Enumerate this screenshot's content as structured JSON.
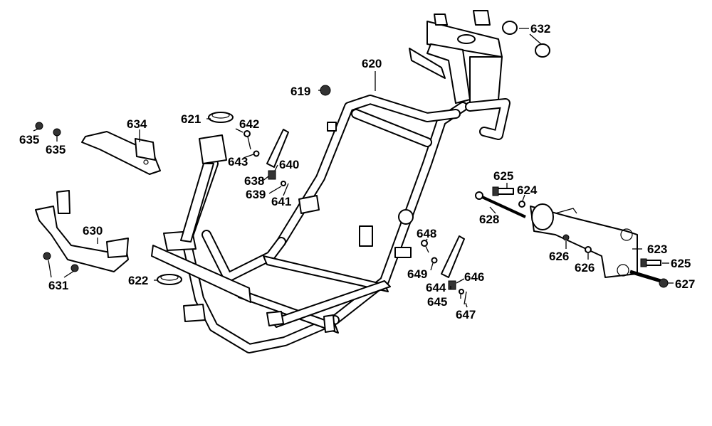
{
  "parts": {
    "p619": "619",
    "p620": "620",
    "p621": "621",
    "p622": "622",
    "p623": "623",
    "p624": "624",
    "p625a": "625",
    "p625b": "625",
    "p626a": "626",
    "p626b": "626",
    "p627": "627",
    "p628": "628",
    "p630": "630",
    "p631": "631",
    "p632": "632",
    "p634": "634",
    "p635a": "635",
    "p635b": "635",
    "p638": "638",
    "p639": "639",
    "p640": "640",
    "p641": "641",
    "p642": "642",
    "p643": "643",
    "p644": "644",
    "p645": "645",
    "p646": "646",
    "p647": "647",
    "p648": "648",
    "p649": "649"
  }
}
